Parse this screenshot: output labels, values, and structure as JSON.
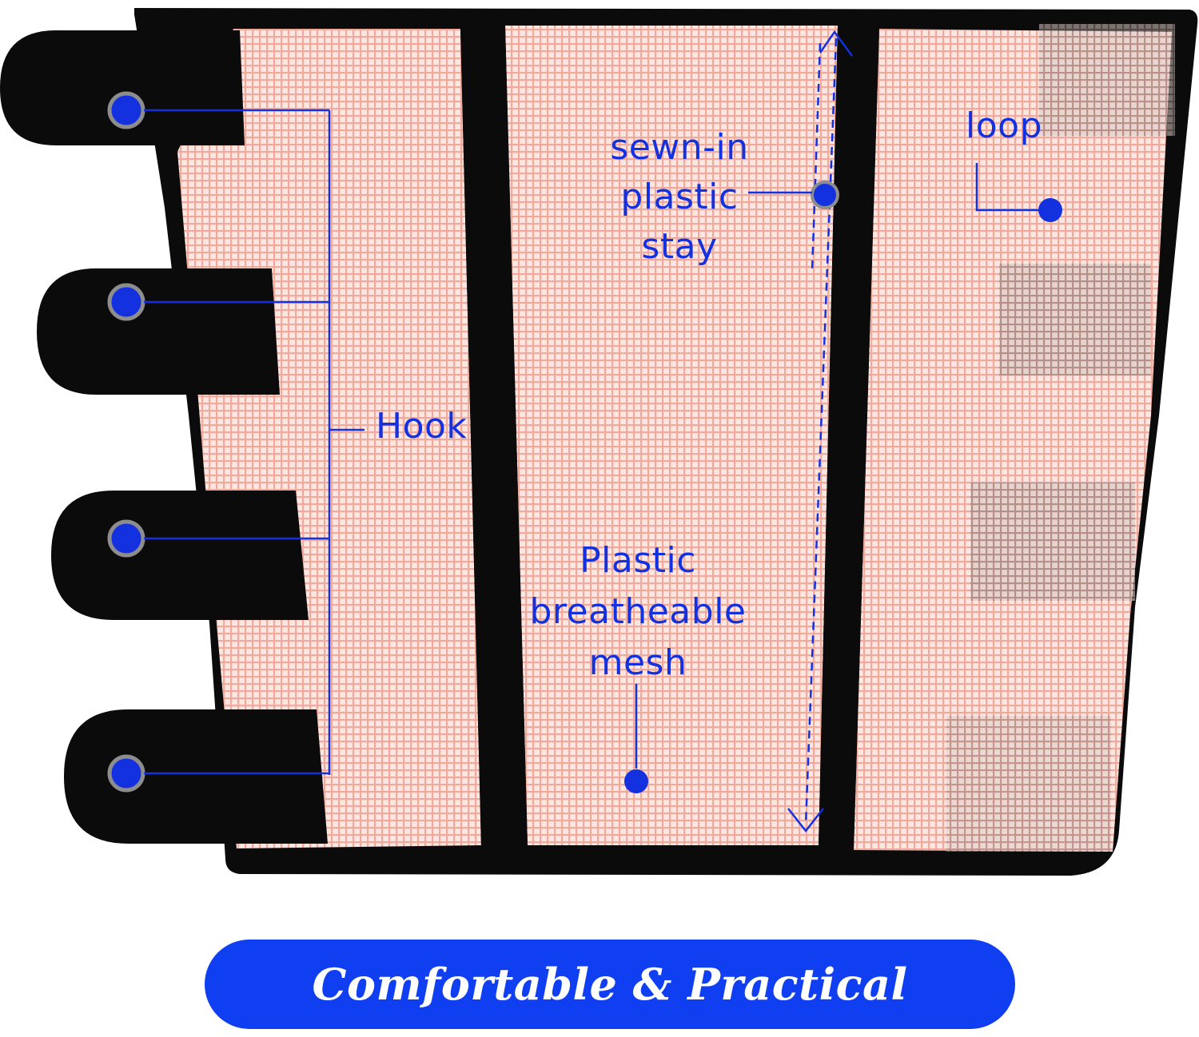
{
  "labels": {
    "hook": "Hook",
    "loop": "loop",
    "stay": [
      "sewn-in",
      "plastic",
      "stay"
    ],
    "mesh": [
      "Plastic",
      "breatheable",
      "mesh"
    ]
  },
  "banner": {
    "text": "Comfortable & Practical"
  },
  "colors": {
    "accent_blue": "#1431e0",
    "banner_blue": "#0f3ff0",
    "mesh_pink": "#f7d4cc",
    "strap_black": "#0b0b0b",
    "banner_text": "#ffffff"
  }
}
